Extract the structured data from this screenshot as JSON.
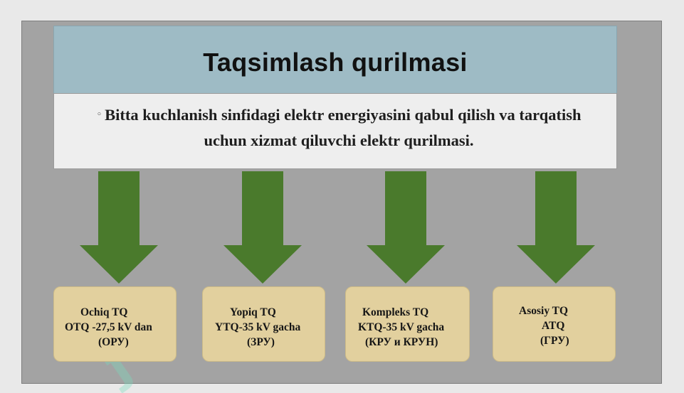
{
  "title": "Taqsimlash qurilmasi",
  "definition": {
    "bullet": "◦",
    "text": "Bitta kuchlanish sinfidagi elektr energiyasini qabul qilish va tarqatish uchun xizmat qiluvchi elektr qurilmasi."
  },
  "arrow_color": "#4a7a2c",
  "nodes": [
    {
      "line1": "Ochiq TQ",
      "line2": "OTQ -27,5 kV dan",
      "line3": "(ОРУ)"
    },
    {
      "line1": "Yopiq TQ",
      "line2": "YTQ-35 kV gacha",
      "line3": "(ЗРУ)"
    },
    {
      "line1": "Kompleks TQ",
      "line2": "KTQ-35 kV gacha",
      "line3": "(КРУ и КРУН)"
    },
    {
      "line1": "Asosiy TQ",
      "line2": "ATQ",
      "line3": "(ГРУ)"
    }
  ]
}
